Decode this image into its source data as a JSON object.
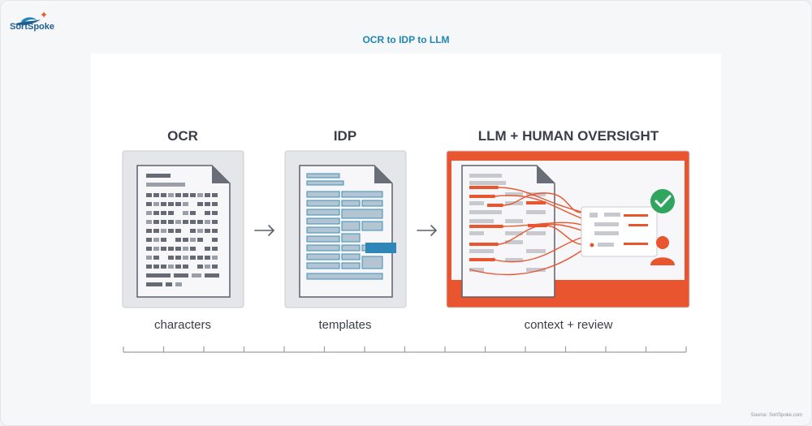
{
  "brand": {
    "name": "SortSpoke",
    "logo_icon": "wave-dolphin-icon"
  },
  "title": "OCR to IDP to LLM",
  "stages": [
    {
      "title": "OCR",
      "caption": "characters"
    },
    {
      "title": "IDP",
      "caption": "templates"
    },
    {
      "title": "LLM + HUMAN OVERSIGHT",
      "caption": "context + review"
    }
  ],
  "source": "Source: SortSpoke.com",
  "colors": {
    "accent": "#e8552f",
    "brand_blue": "#1f86b8",
    "idp_blue": "#3f8fb8",
    "check_green": "#2fa55f"
  }
}
